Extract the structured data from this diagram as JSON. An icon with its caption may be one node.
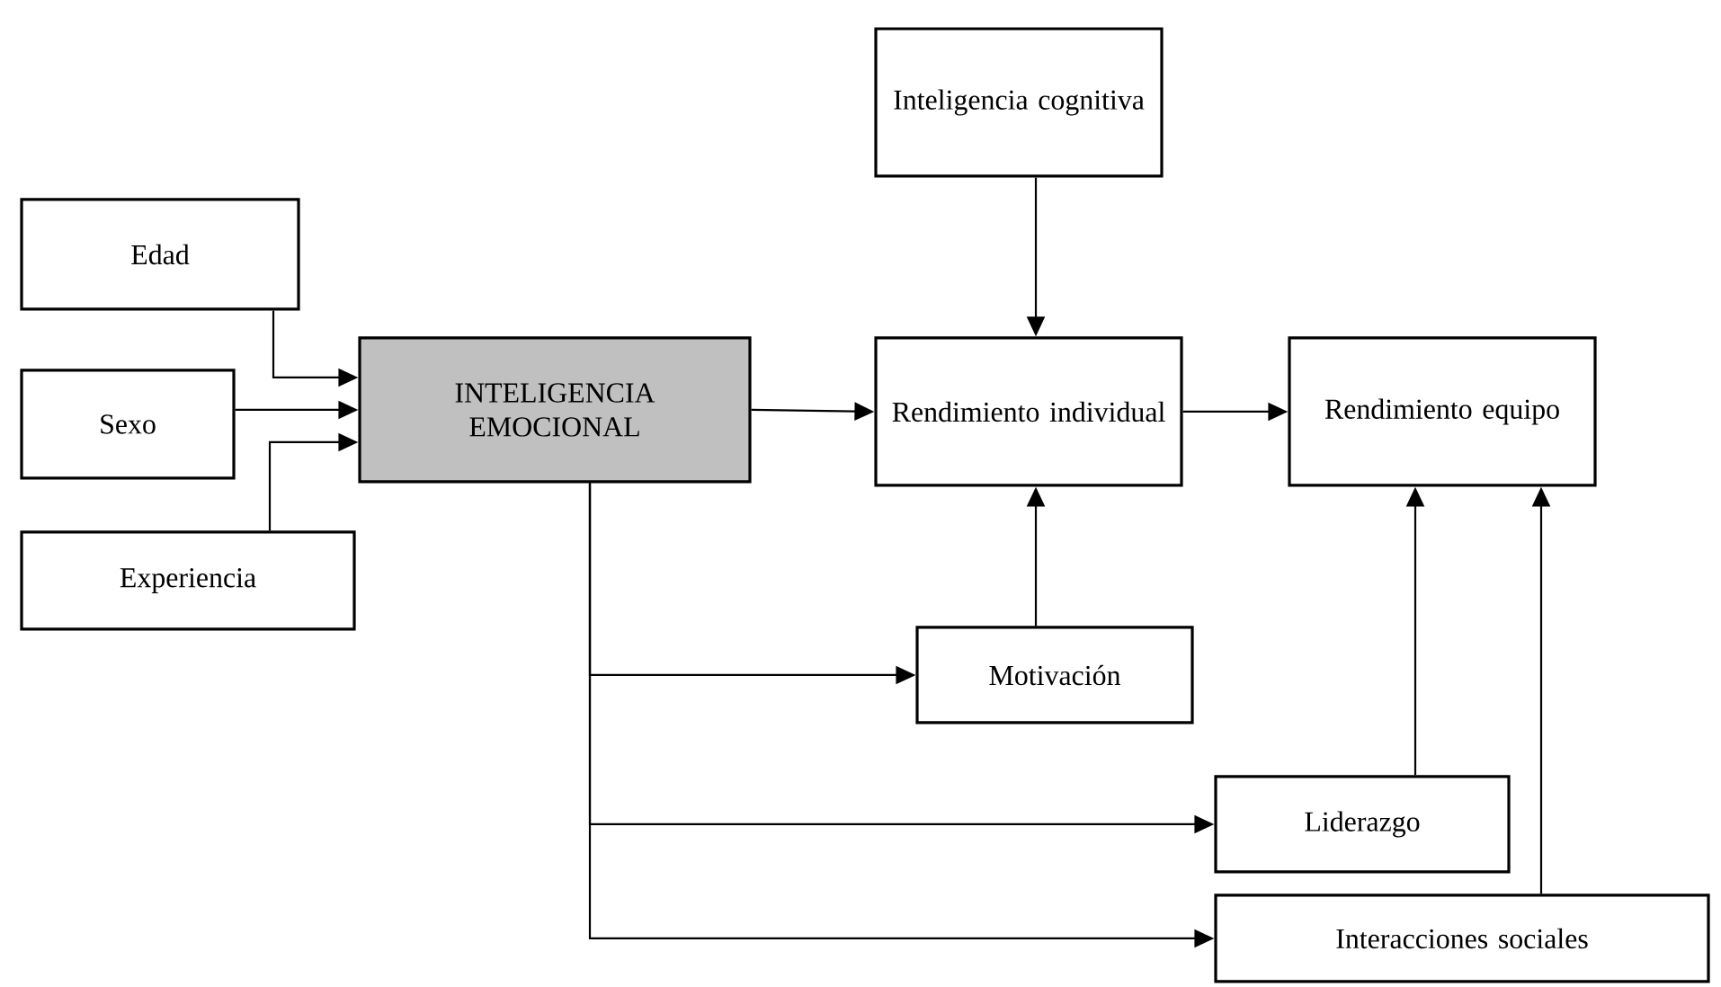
{
  "diagram": {
    "nodes": [
      {
        "text": [
          "Edad"
        ]
      },
      {
        "text": [
          "Sexo"
        ]
      },
      {
        "text": [
          "Experiencia"
        ]
      },
      {
        "text": [
          "INTELIGENCIA EMOCIONAL"
        ]
      },
      {
        "text": [
          "Inteligencia cognitiva"
        ]
      },
      {
        "text": [
          "Rendimiento individual"
        ]
      },
      {
        "text": [
          "Rendimiento equipo"
        ]
      },
      {
        "text": [
          "Motivación"
        ]
      },
      {
        "text": [
          "Liderazgo"
        ]
      },
      {
        "text": [
          "Interacciones sociales"
        ]
      }
    ],
    "edges": [
      {
        "from": 0,
        "to": 3,
        "arrow": "to"
      },
      {
        "from": 1,
        "to": 3,
        "arrow": "to"
      },
      {
        "from": 2,
        "to": 3,
        "arrow": "to"
      },
      {
        "from": 3,
        "to": 5,
        "arrow": "to"
      },
      {
        "from": 4,
        "to": 5,
        "arrow": "to"
      },
      {
        "from": 5,
        "to": 6,
        "arrow": "to"
      },
      {
        "from": 7,
        "to": 5,
        "arrow": "to"
      },
      {
        "from": 8,
        "to": 6,
        "arrow": "to"
      },
      {
        "from": 9,
        "to": 6,
        "arrow": "to"
      },
      {
        "from": 3,
        "to": 7,
        "arrow": "to"
      },
      {
        "from": 3,
        "to": 8,
        "arrow": "to"
      },
      {
        "from": 3,
        "to": 9,
        "arrow": "to"
      }
    ]
  }
}
